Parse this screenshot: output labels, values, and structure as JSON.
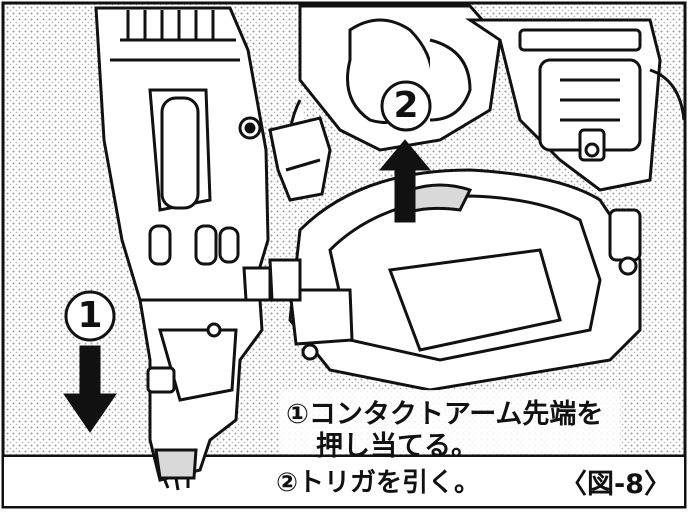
{
  "steps": {
    "step1_num": "1",
    "step2_num": "2"
  },
  "caption": {
    "line1": "①コンタクトアーム先端を",
    "line2": "押し当てる。",
    "line3": "②トリガを引く。"
  },
  "figure_label": "〈図-8〉",
  "colors": {
    "ink": "#111111",
    "background": "#ffffff",
    "shade": "#d9d9d9"
  }
}
